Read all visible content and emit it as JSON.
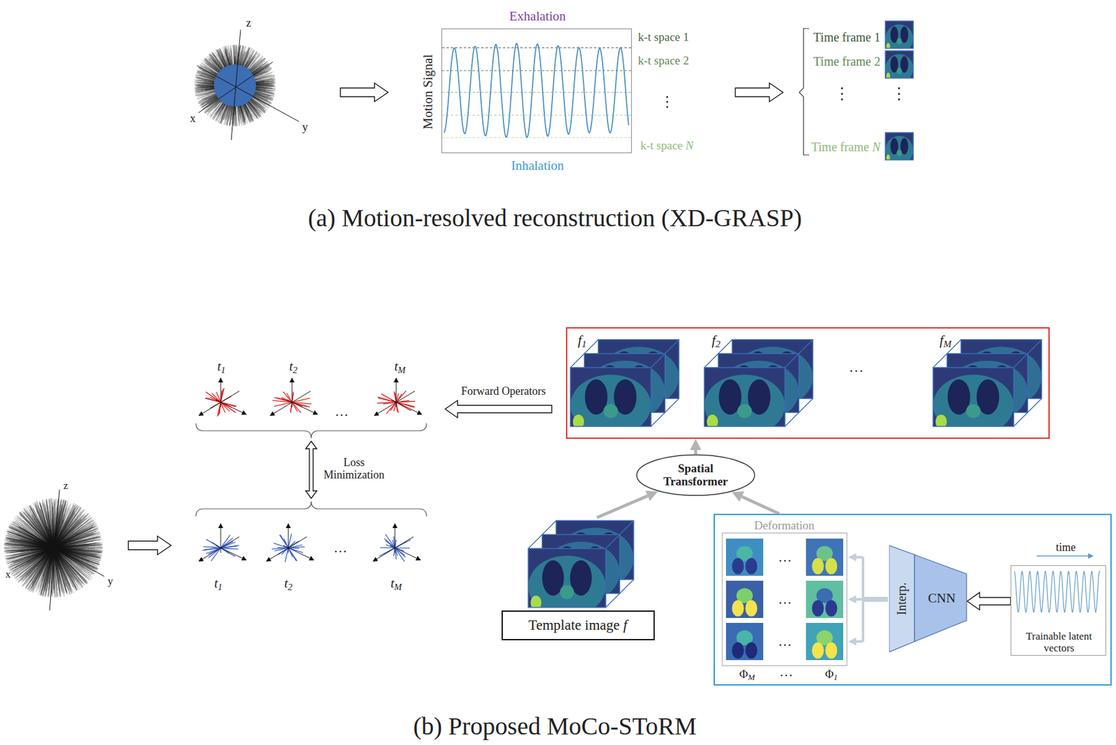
{
  "diagram": {
    "nodes": [
      {
        "text": [
          "Exhalation",
          "Motion Signal",
          "Inhalation"
        ]
      },
      {
        "text": [
          "f1",
          "f2",
          "fM"
        ]
      },
      {
        "text": [
          "Spatial Transformer"
        ]
      },
      {
        "text": [
          "Template image f"
        ]
      },
      {
        "text": [
          "Deformation"
        ]
      },
      {
        "text": [
          "Interp.",
          "CNN"
        ],
        "in": 4
      },
      {
        "text": [
          "time",
          "Trainable latent vectors"
        ],
        "in": 4
      }
    ],
    "edges": [
      {
        "from": 3,
        "to": 2,
        "arrow": "to"
      },
      {
        "from": 4,
        "to": 2,
        "arrow": "to"
      },
      {
        "from": 2,
        "to": 1,
        "arrow": "to"
      },
      {
        "from": 6,
        "to": 5,
        "arrow": "to"
      }
    ],
    "labels": [
      "z",
      "x",
      "y",
      "k-t space 1",
      "k-t space 2",
      "⋮",
      "k-t space N",
      "Time frame 1",
      "Time frame 2",
      "⋮",
      "⋮",
      "Time frame N",
      "(a) Motion-resolved reconstruction (XD-GRASP)",
      "Forward Operators",
      "t1",
      "t2",
      "…",
      "tM",
      "Loss Minimization",
      "z",
      "x",
      "y",
      "t1",
      "t2",
      "…",
      "tM",
      "…",
      "…",
      "…",
      "…",
      "ΦM",
      "…",
      "Φ1",
      "(b) Proposed MoCo-SToRM"
    ]
  }
}
